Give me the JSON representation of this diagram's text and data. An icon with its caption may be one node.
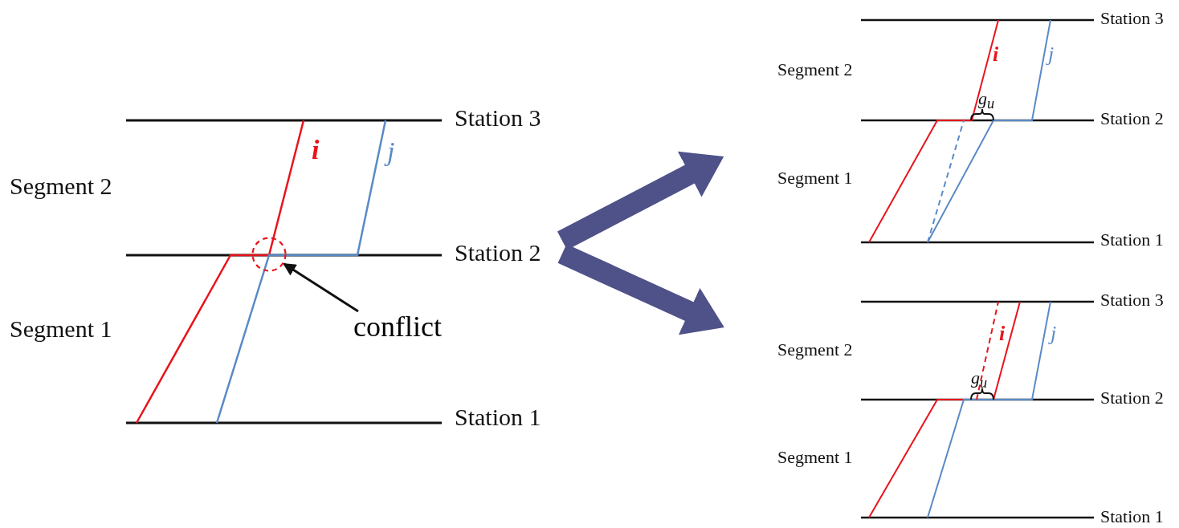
{
  "diagram": {
    "nodes": [
      {
        "text": [],
        "shape": "picture"
      },
      {
        "text": [],
        "shape": "circle",
        "in": 0
      },
      {
        "text": [
          "conflict"
        ],
        "in": 0
      },
      {
        "text": [],
        "shape": "picture"
      },
      {
        "text": [],
        "shape": "picture"
      }
    ],
    "edges": [
      {
        "from": 0,
        "to": 3,
        "arrow": "to",
        "color": "#4f5189"
      },
      {
        "from": 0,
        "to": 4,
        "arrow": "to",
        "color": "#4f5189"
      },
      {
        "from": 2,
        "to": 1,
        "arrow": "to",
        "color": "#111111"
      }
    ],
    "labels": [
      "Station 3",
      "Segment 2",
      "i",
      "j",
      "Station 2",
      "Segment 1",
      "Station 1",
      "Station 3",
      "Segment 2",
      "i",
      "j",
      "g$_{u}$",
      "Station 2",
      "Segment 1",
      "Station 1",
      "Station 3",
      "Segment 2",
      "i",
      "j",
      "g$_{u}$",
      "Station 2",
      "Segment 1",
      "Station 1"
    ]
  }
}
